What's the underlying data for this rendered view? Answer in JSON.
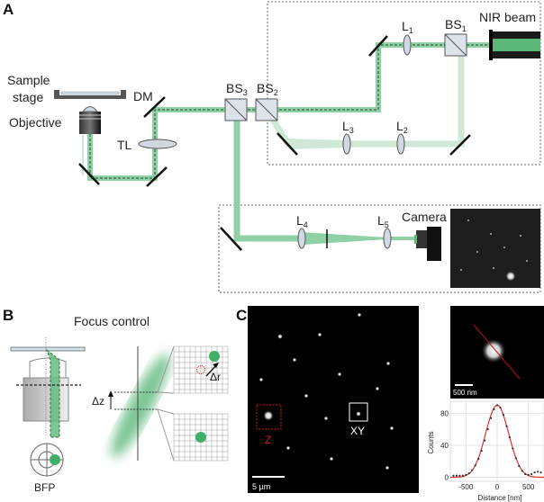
{
  "panels": {
    "a": "A",
    "b": "B",
    "c": "C"
  },
  "panel_a": {
    "sample_stage_1": "Sample",
    "sample_stage_2": "stage",
    "objective": "Objective",
    "dm": "DM",
    "tl": "TL",
    "bs3": "BS",
    "bs3_sub": "3",
    "bs2": "BS",
    "bs2_sub": "2",
    "bs1": "BS",
    "bs1_sub": "1",
    "l1": "L",
    "l1_sub": "1",
    "l2": "L",
    "l2_sub": "2",
    "l3": "L",
    "l3_sub": "3",
    "l4": "L",
    "l4_sub": "4",
    "l5": "L",
    "l5_sub": "5",
    "nir_beam": "NIR beam",
    "camera": "Camera"
  },
  "panel_b": {
    "title": "Focus control",
    "delta_z": "Δz",
    "delta_r": "Δr",
    "bfp": "BFP"
  },
  "panel_c": {
    "scale_main": "5 µm",
    "scale_inset": "500 nm",
    "label_z": "Z",
    "label_xy": "XY"
  },
  "colors": {
    "beam": "#5cb87a",
    "beam_light": "#cfe8d6",
    "red": "#cc2222"
  },
  "chart_data": {
    "type": "scatter",
    "xlabel": "Distance [nm]",
    "ylabel": "Counts",
    "xlim": [
      -750,
      750
    ],
    "ylim": [
      -5,
      95
    ],
    "xticks": [
      -500,
      0,
      500
    ],
    "yticks": [
      0,
      40,
      80
    ],
    "xtick_labels": [
      "-500",
      "0",
      "500"
    ],
    "ytick_labels": [
      "0",
      "40",
      "80"
    ],
    "series": [
      {
        "name": "data",
        "style": "points",
        "x": [
          -700,
          -650,
          -600,
          -550,
          -500,
          -450,
          -400,
          -350,
          -300,
          -250,
          -200,
          -150,
          -100,
          -50,
          0,
          50,
          100,
          150,
          200,
          250,
          300,
          350,
          400,
          450,
          500,
          550,
          600,
          650,
          700
        ],
        "y": [
          2,
          2,
          2,
          2,
          3,
          5,
          9,
          15,
          23,
          33,
          46,
          60,
          74,
          85,
          90,
          87,
          78,
          64,
          50,
          36,
          24,
          14,
          8,
          4,
          3,
          4,
          6,
          7,
          6
        ]
      },
      {
        "name": "gaussian fit",
        "style": "line",
        "amplitude": 90,
        "center": 0,
        "sigma": 185
      }
    ]
  }
}
